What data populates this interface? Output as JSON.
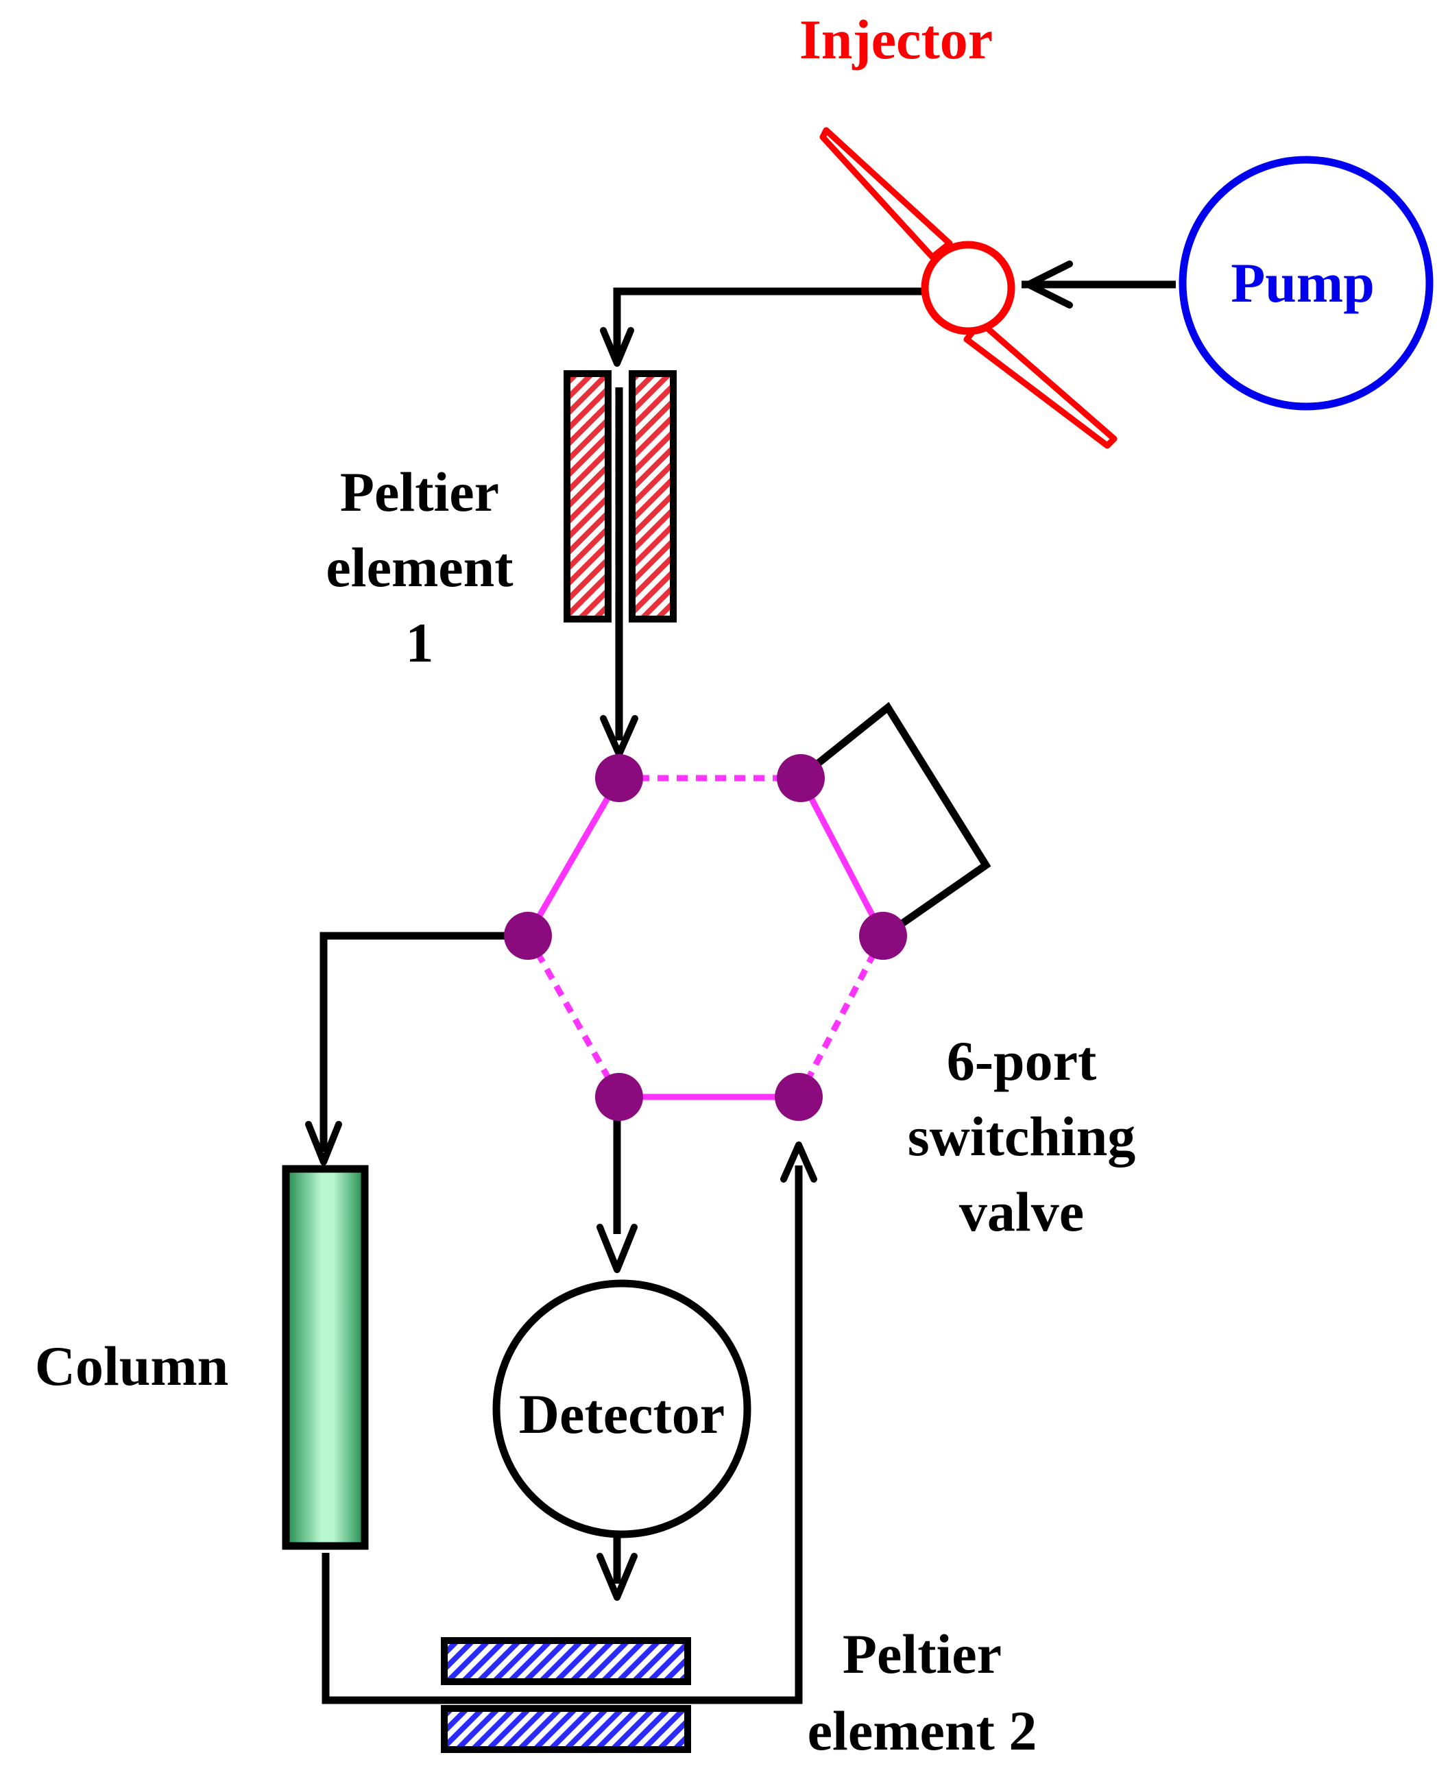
{
  "labels": {
    "injector": "Injector",
    "pump": "Pump",
    "peltier1_line1": "Peltier",
    "peltier1_line2": "element",
    "peltier1_line3": "1",
    "valve_line1": "6-port",
    "valve_line2": "switching",
    "valve_line3": "valve",
    "column": "Column",
    "detector": "Detector",
    "peltier2_line1": "Peltier",
    "peltier2_line2": "element 2"
  },
  "colors": {
    "injector": "#ff0000",
    "pump": "#0000ee",
    "flow_line": "#000000",
    "valve_port": "#8b0a7d",
    "valve_connection": "#ff33ff",
    "peltier1_fill": "#e8303a",
    "peltier2_fill": "#2a2aff",
    "column_fill": "#6fdc9f"
  }
}
